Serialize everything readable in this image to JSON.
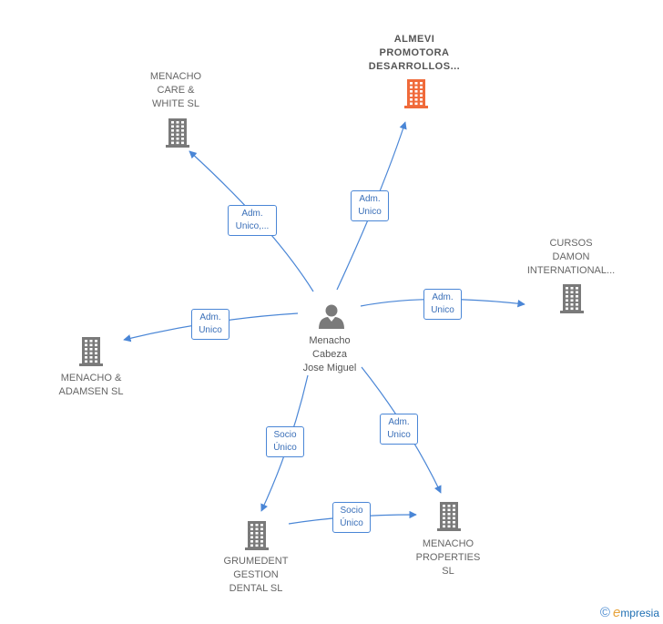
{
  "colors": {
    "edge": "#4a86d6",
    "building": "#7a7a7a",
    "building_highlight": "#f06a3a",
    "person": "#7a7a7a"
  },
  "center_person": {
    "icon": "person-icon",
    "name_lines": [
      "Menacho",
      "Cabeza",
      "Jose Miguel"
    ]
  },
  "companies": [
    {
      "id": "almevi",
      "lines": [
        "ALMEVI",
        "PROMOTORA",
        "DESARROLLOS..."
      ],
      "highlight": true
    },
    {
      "id": "care_white",
      "lines": [
        "MENACHO",
        "CARE &",
        "WHITE  SL"
      ],
      "highlight": false
    },
    {
      "id": "cursos_damon",
      "lines": [
        "CURSOS",
        "DAMON",
        "INTERNATIONAL..."
      ],
      "highlight": false
    },
    {
      "id": "adamsen",
      "lines": [
        "MENACHO &",
        "ADAMSEN SL"
      ],
      "highlight": false
    },
    {
      "id": "grumedent",
      "lines": [
        "GRUMEDENT",
        "GESTION",
        "DENTAL SL"
      ],
      "highlight": false
    },
    {
      "id": "properties",
      "lines": [
        "MENACHO",
        "PROPERTIES",
        "SL"
      ],
      "highlight": false
    }
  ],
  "edges": [
    {
      "id": "to_care_white",
      "lines": [
        "Adm.",
        "Unico,..."
      ]
    },
    {
      "id": "to_almevi",
      "lines": [
        "Adm.",
        "Unico"
      ]
    },
    {
      "id": "to_cursos",
      "lines": [
        "Adm.",
        "Unico"
      ]
    },
    {
      "id": "to_adamsen",
      "lines": [
        "Adm.",
        "Unico"
      ]
    },
    {
      "id": "to_grumedent",
      "lines": [
        "Socio",
        "Único"
      ]
    },
    {
      "id": "to_properties",
      "lines": [
        "Adm.",
        "Unico"
      ]
    },
    {
      "id": "grumedent_to_properties",
      "lines": [
        "Socio",
        "Único"
      ]
    }
  ],
  "footer": {
    "copyright": "©",
    "brand_initial": "e",
    "brand_rest": "mpresia"
  }
}
